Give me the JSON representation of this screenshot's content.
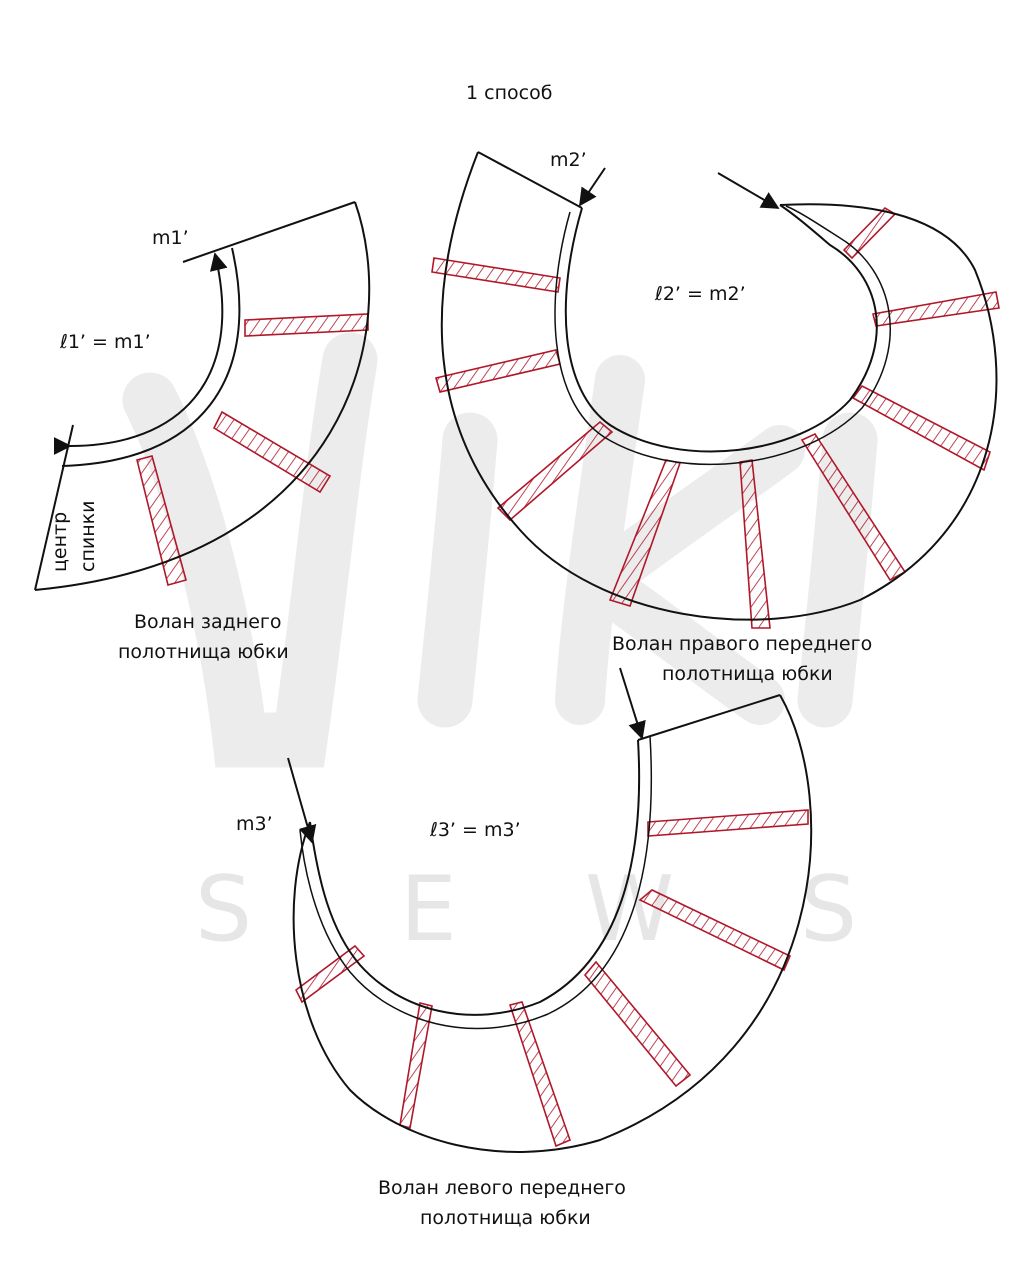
{
  "title": "1 способ",
  "watermark": {
    "logo": "Viki",
    "letters": [
      "S",
      "E",
      "W",
      "S"
    ]
  },
  "colors": {
    "line": "#111111",
    "hatch": "#b0182a",
    "watermark": "#e6e6e6"
  },
  "piece1": {
    "marker": "m1’",
    "formula": "ℓ1’ = m1’",
    "edge_label_1": "центр",
    "edge_label_2": "спинки",
    "caption_1": "Волан заднего",
    "caption_2": "полотнища юбки"
  },
  "piece2": {
    "marker": "m2’",
    "formula": "ℓ2’ = m2’",
    "caption_1": "Волан правого переднего",
    "caption_2": "полотнища юбки"
  },
  "piece3": {
    "marker": "m3’",
    "formula": "ℓ3’ = m3’",
    "caption_1": "Волан левого переднего",
    "caption_2": "полотнища юбки"
  }
}
